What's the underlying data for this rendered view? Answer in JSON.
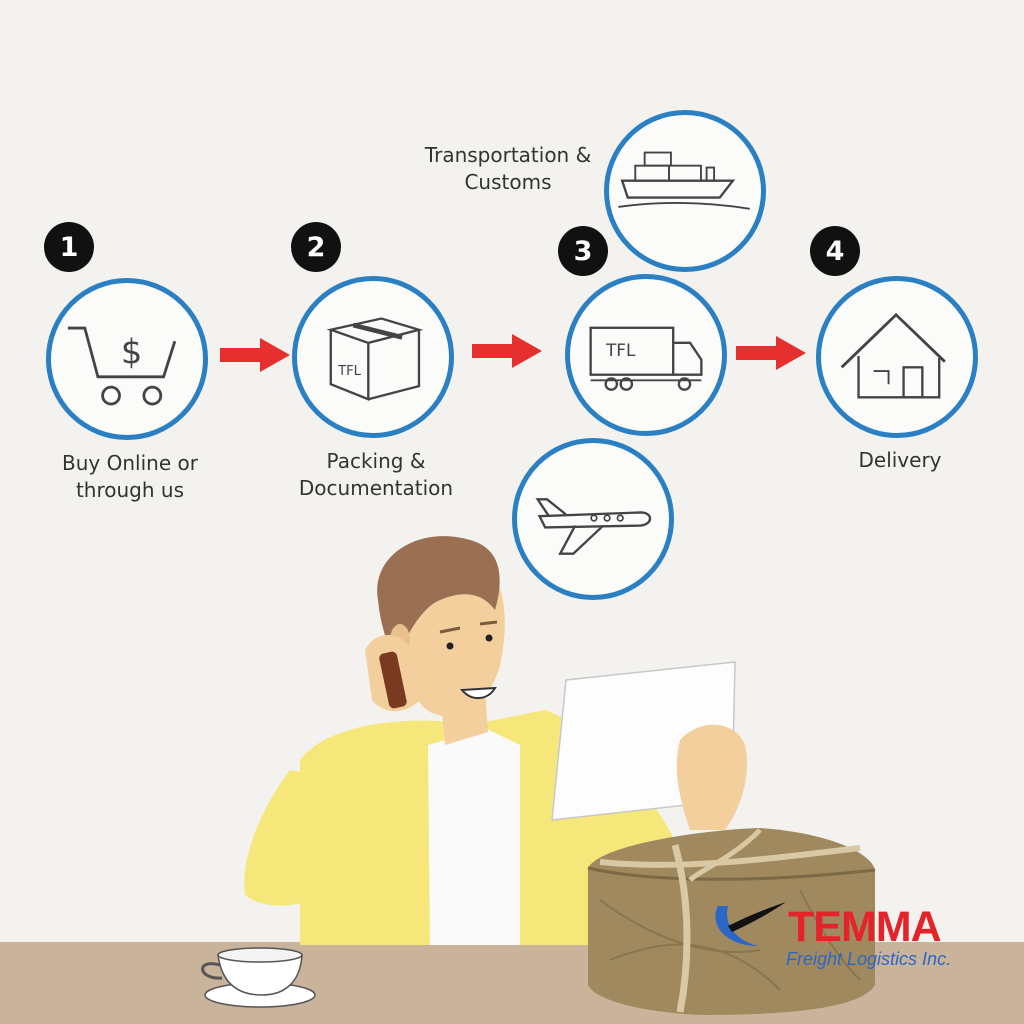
{
  "steps": [
    {
      "number": "1",
      "label_line1": "Buy Online or",
      "label_line2": "through us",
      "icon": "shopping-cart-dollar-icon"
    },
    {
      "number": "2",
      "label_line1": "Packing &",
      "label_line2": "Documentation",
      "icon": "package-box-icon",
      "box_text": "TFL"
    },
    {
      "number": "3",
      "truck_text": "TFL",
      "icon": "delivery-truck-icon"
    },
    {
      "number": "4",
      "label_line1": "Delivery",
      "icon": "house-icon"
    }
  ],
  "transport": {
    "label_line1": "Transportation &",
    "label_line2": "Customs",
    "sea_icon": "cargo-ship-icon",
    "air_icon": "airplane-icon"
  },
  "logo": {
    "name": "TEMMA",
    "subtitle": "Freight Logistics Inc."
  },
  "colors": {
    "circle_border": "#2b7fc3",
    "arrow": "#e5302f",
    "badge": "#111111",
    "logo_red": "#e5232b",
    "logo_blue": "#2b67c7",
    "table": "#c9b39a",
    "shirt": "#f5e77a"
  }
}
